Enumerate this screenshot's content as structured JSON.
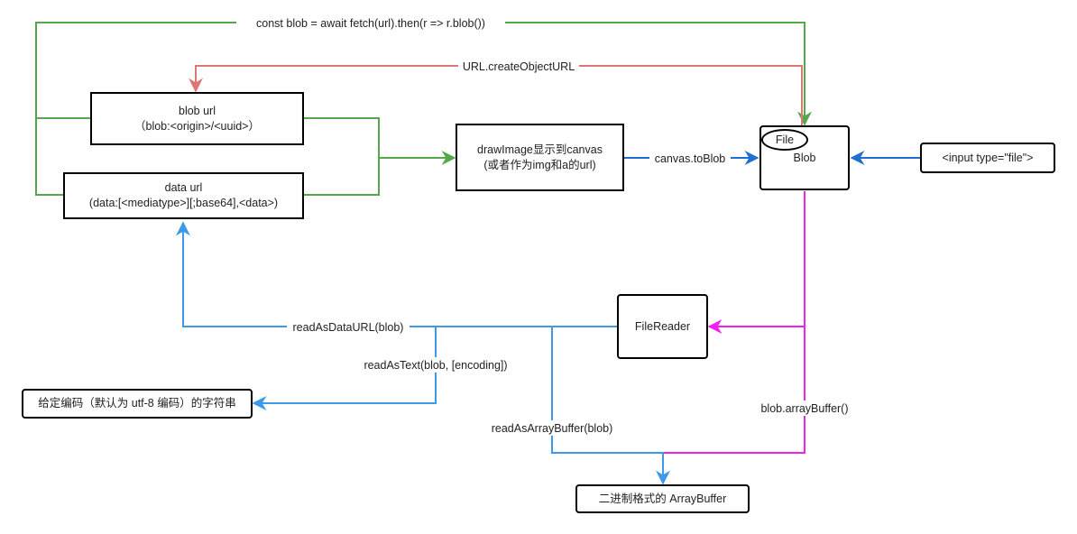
{
  "nodes": {
    "blob_url": {
      "line1": "blob url",
      "line2": "（blob:<origin>/<uuid>）"
    },
    "data_url": {
      "line1": "data url",
      "line2": "(data:[<mediatype>][;base64],<data>)"
    },
    "draw_image": {
      "line1": "drawImage显示到canvas",
      "line2": "(或者作为img和a的url)"
    },
    "blob": {
      "label": "Blob",
      "file_label": "File"
    },
    "input_file": {
      "label": "<input type=\"file\">"
    },
    "file_reader": {
      "label": "FileReader"
    },
    "string_result": {
      "label": "给定编码（默认为 utf-8 编码）的字符串"
    },
    "array_buffer": {
      "label": "二进制格式的 ArrayBuffer"
    }
  },
  "edges": {
    "fetch": "const blob = await fetch(url).then(r => r.blob())",
    "create_object_url": "URL.createObjectURL",
    "canvas_to_blob": "canvas.toBlob",
    "read_as_data_url": "readAsDataURL(blob)",
    "read_as_text": "readAsText(blob, [encoding])",
    "read_as_array_buffer": "readAsArrayBuffer(blob)",
    "blob_array_buffer": "blob.arrayBuffer()"
  },
  "colors": {
    "green": "#52a84a",
    "red": "#e07673",
    "blue": "#1f6fd1",
    "lightblue": "#3d9ae8",
    "magenta": "#ee22ee"
  }
}
